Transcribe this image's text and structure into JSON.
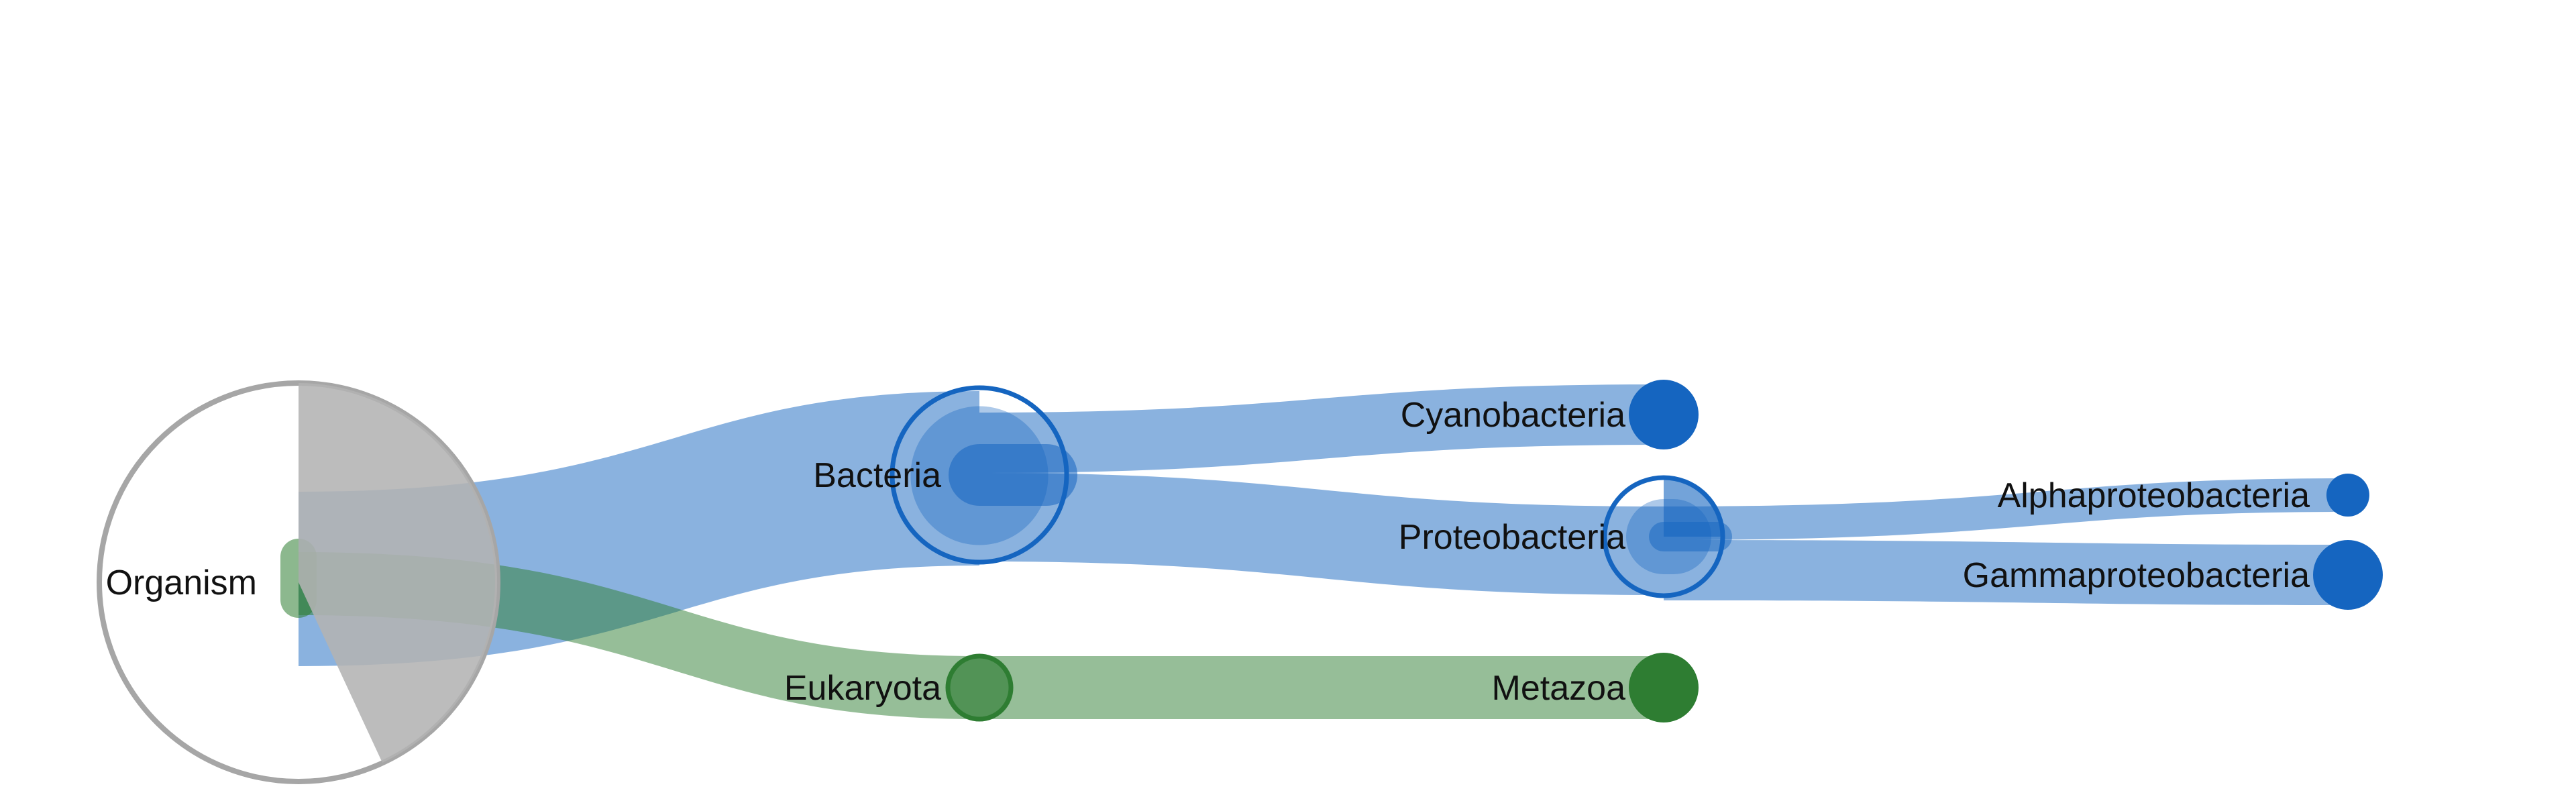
{
  "diagram": {
    "type": "taxonomy-flow-tree",
    "colors": {
      "bacteria": "#1565c0",
      "eukaryota": "#2e7d32",
      "root_ring": "#a6a6a6",
      "root_wedge": "#b3b3b3",
      "label": "#111111"
    },
    "nodes": [
      {
        "id": "organism",
        "label": "Organism",
        "group": "root"
      },
      {
        "id": "bacteria",
        "label": "Bacteria",
        "group": "bacteria",
        "parent": "organism"
      },
      {
        "id": "eukaryota",
        "label": "Eukaryota",
        "group": "eukaryota",
        "parent": "organism"
      },
      {
        "id": "cyanobacteria",
        "label": "Cyanobacteria",
        "group": "bacteria",
        "parent": "bacteria"
      },
      {
        "id": "proteobacteria",
        "label": "Proteobacteria",
        "group": "bacteria",
        "parent": "bacteria"
      },
      {
        "id": "metazoa",
        "label": "Metazoa",
        "group": "eukaryota",
        "parent": "eukaryota"
      },
      {
        "id": "alphaproteobacteria",
        "label": "Alphaproteobacteria",
        "group": "bacteria",
        "parent": "proteobacteria"
      },
      {
        "id": "gammaproteobacteria",
        "label": "Gammaproteobacteria",
        "group": "bacteria",
        "parent": "proteobacteria"
      }
    ]
  }
}
